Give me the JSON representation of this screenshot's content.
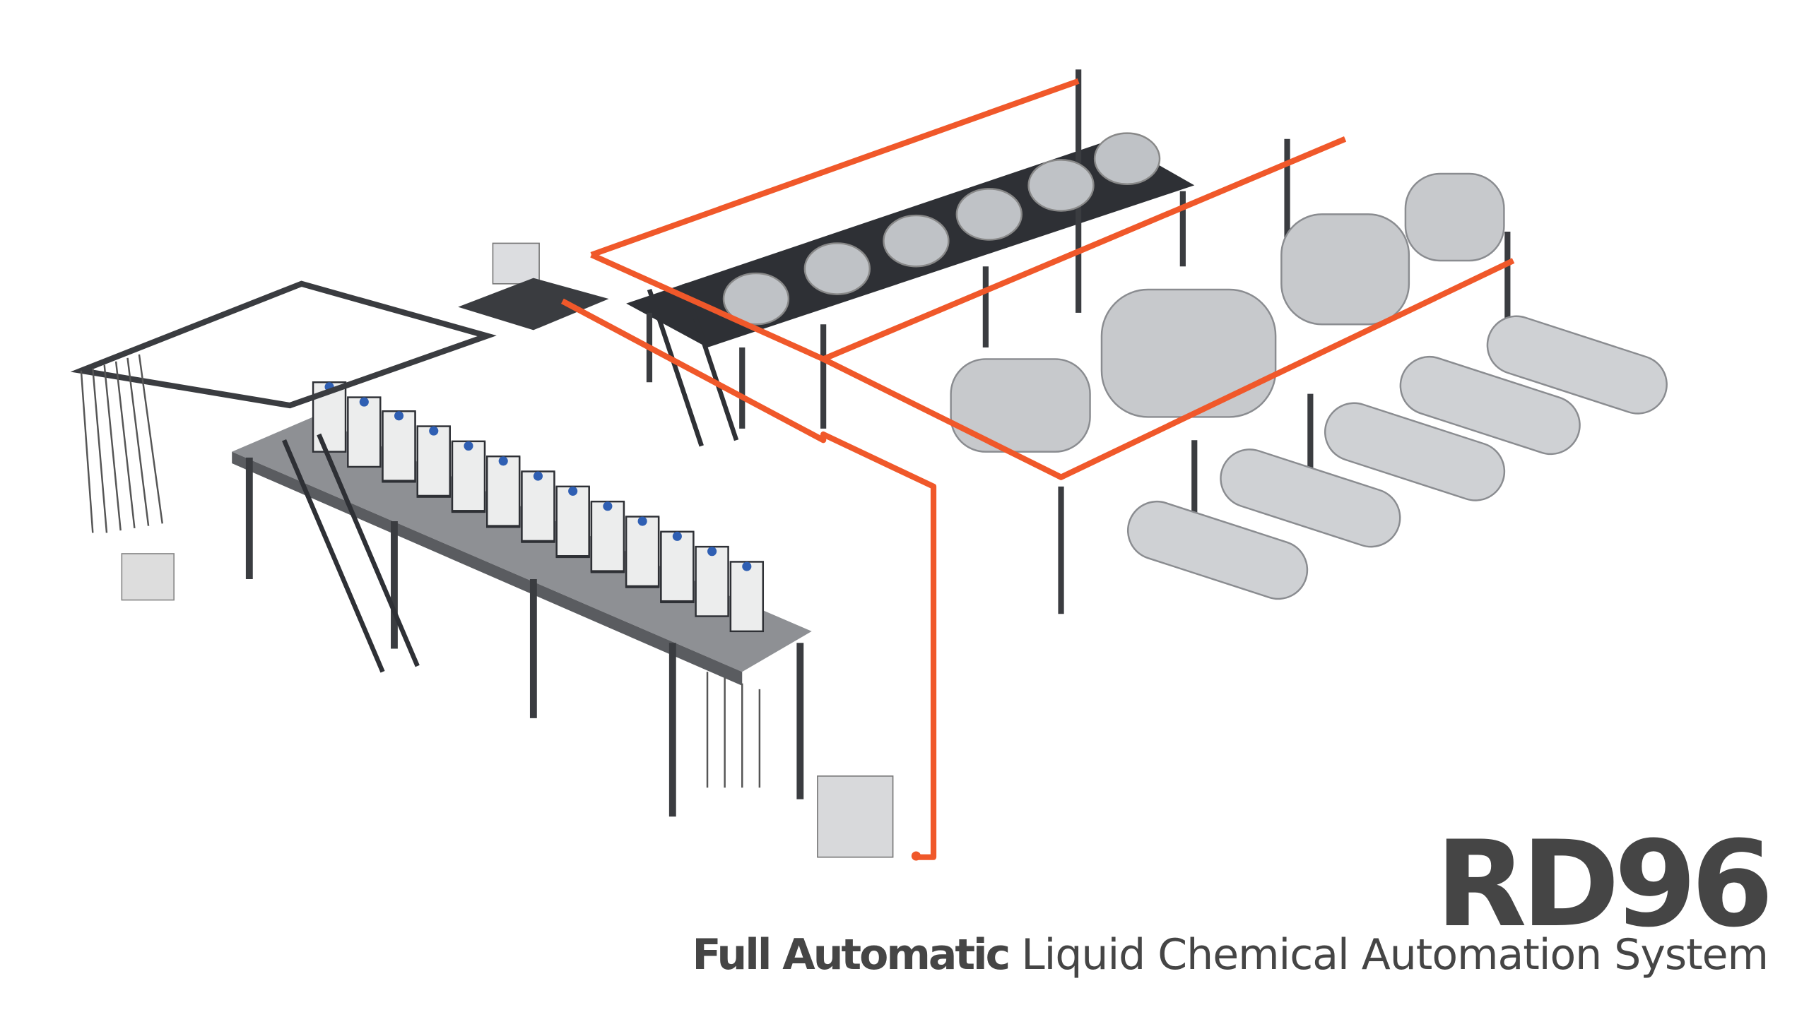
{
  "product": {
    "model": "RD96",
    "subtitle_bold": "Full Automatic",
    "subtitle_regular": "Liquid Chemical Automation System"
  },
  "colors": {
    "pipe": "#f0582a",
    "structure": "#3a3c40",
    "steel": "#c9cbce",
    "text": "#454545",
    "cap": "#2f5fb3"
  }
}
